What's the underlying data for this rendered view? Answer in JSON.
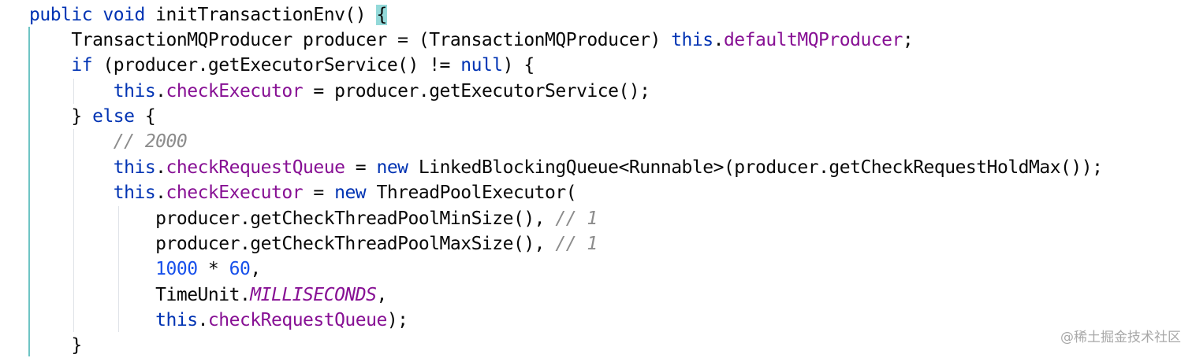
{
  "code_lines": [
    [
      {
        "t": "public void initTransactionEnv() ",
        "c": "kw-partial"
      }
    ],
    [],
    [],
    [],
    [],
    [],
    [],
    [],
    [],
    [],
    [],
    [],
    [],
    []
  ],
  "lines": {
    "l1a": "public void ",
    "l1b": "initTransactionEnv() ",
    "l1c": "{",
    "l2a": "    TransactionMQProducer producer = (TransactionMQProducer) ",
    "l2b": "this",
    "l2c": ".",
    "l2d": "defaultMQProducer",
    "l2e": ";",
    "l3a": "    ",
    "l3b": "if",
    "l3c": " (producer.getExecutorService() != ",
    "l3d": "null",
    "l3e": ") {",
    "l4a": "        ",
    "l4b": "this",
    "l4c": ".",
    "l4d": "checkExecutor",
    "l4e": " = producer.getExecutorService();",
    "l5a": "    } ",
    "l5b": "else",
    "l5c": " {",
    "l6a": "        ",
    "l6b": "// 2000",
    "l7a": "        ",
    "l7b": "this",
    "l7c": ".",
    "l7d": "checkRequestQueue",
    "l7e": " = ",
    "l7f": "new",
    "l7g": " LinkedBlockingQueue<Runnable>(producer.getCheckRequestHoldMax());",
    "l8a": "        ",
    "l8b": "this",
    "l8c": ".",
    "l8d": "checkExecutor",
    "l8e": " = ",
    "l8f": "new",
    "l8g": " ThreadPoolExecutor(",
    "l9a": "            producer.getCheckThreadPoolMinSize(), ",
    "l9b": "// 1",
    "l10a": "            producer.getCheckThreadPoolMaxSize(), ",
    "l10b": "// 1",
    "l11a": "            ",
    "l11b": "1000",
    "l11c": " * ",
    "l11d": "60",
    "l11e": ",",
    "l12a": "            TimeUnit.",
    "l12b": "MILLISECONDS",
    "l12c": ",",
    "l13a": "            ",
    "l13b": "this",
    "l13c": ".",
    "l13d": "checkRequestQueue",
    "l13e": ");",
    "l14a": "    }"
  },
  "watermark": "@稀土掘金技术社区",
  "colors": {
    "keyword": "#0033b3",
    "field": "#871094",
    "number": "#1750eb",
    "comment": "#8c8c8c",
    "brace_highlight": "#93d9d9"
  }
}
